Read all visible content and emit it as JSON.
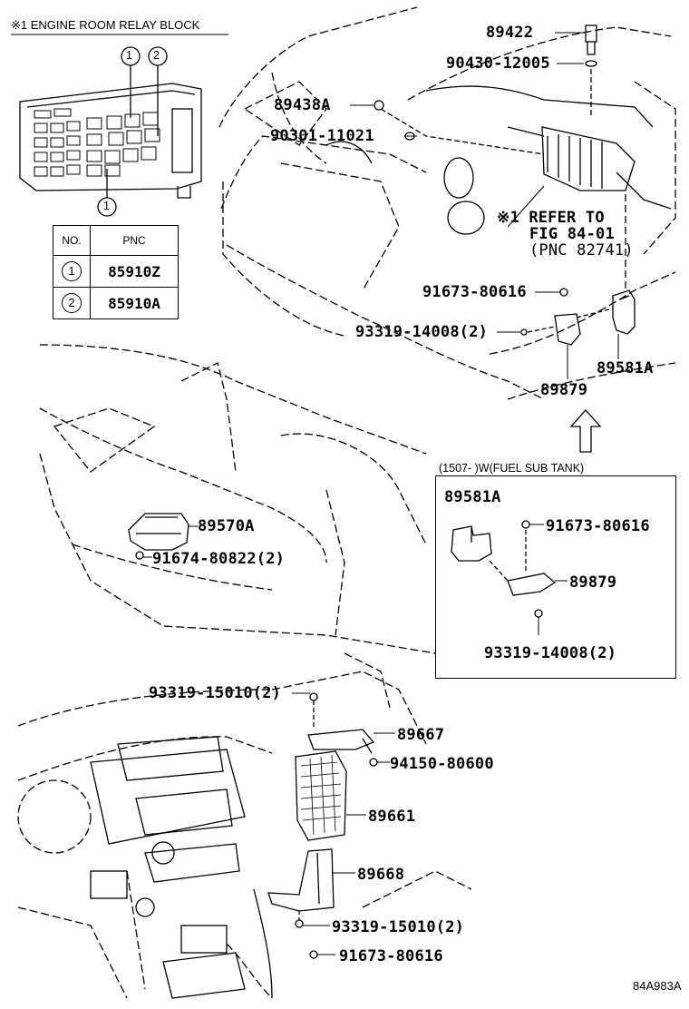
{
  "relay_block": {
    "title": "※1 ENGINE ROOM RELAY BLOCK",
    "callouts": [
      "1",
      "2",
      "1"
    ]
  },
  "pnc_table": {
    "headers": [
      "NO.",
      "PNC"
    ],
    "rows": [
      {
        "no": "1",
        "pnc": "85910Z"
      },
      {
        "no": "2",
        "pnc": "85910A"
      }
    ]
  },
  "upper_labels": {
    "p89422": "89422",
    "p90430": "90430-12005",
    "p89438A": "89438A",
    "p90301": "90301-11021",
    "refer1": "※1 REFER TO",
    "refer2": "FIG 84-01",
    "refer3": "(PNC 82741)",
    "p91673a": "91673-80616",
    "p93319a": "93319-14008(2)",
    "p89581A": "89581A",
    "p89879": "89879"
  },
  "sub_tank_box": {
    "title": "(1507-      )W(FUEL SUB TANK)",
    "p89581A": "89581A",
    "p91673": "91673-80616",
    "p89879": "89879",
    "p93319": "93319-14008(2)"
  },
  "middle_labels": {
    "p89570A": "89570A",
    "p91674": "91674-80822(2)"
  },
  "lower_labels": {
    "p93319b": "93319-15010(2)",
    "p89667": "89667",
    "p94150": "94150-80600",
    "p89661": "89661",
    "p89668": "89668",
    "p93319c": "93319-15010(2)",
    "p91673c": "91673-80616"
  },
  "figure_code": "84A983A"
}
